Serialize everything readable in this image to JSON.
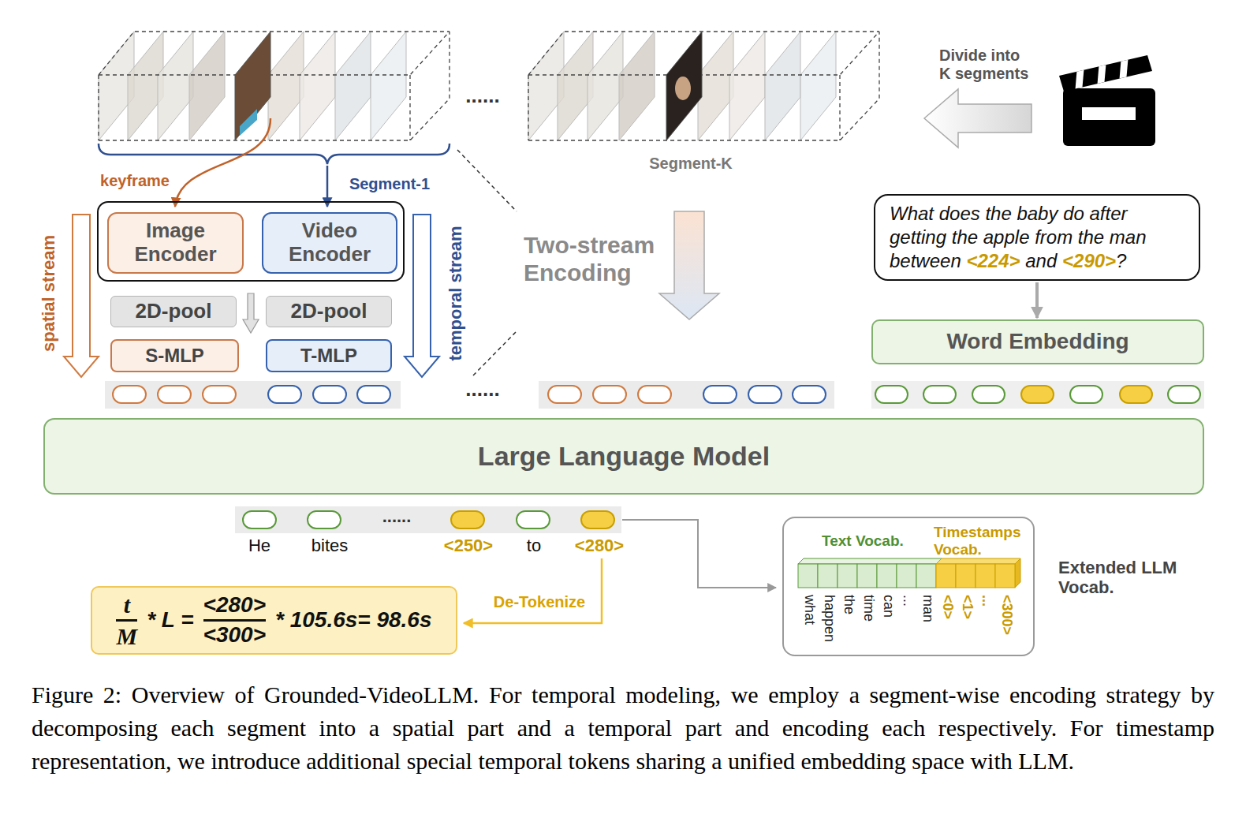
{
  "diagram": {
    "caption": "Figure 2: Overview of Grounded-VideoLLM. For temporal modeling, we employ a segment-wise encoding strategy by decomposing each segment into a spatial part and a temporal part and encoding each respectively. For timestamp representation, we introduce additional special temporal tokens sharing a unified embedding space with LLM.",
    "nodes": [
      {
        "text": []
      },
      {
        "text": [
          "Image Encoder"
        ],
        "in": 0
      },
      {
        "text": [
          "Video Encoder"
        ],
        "in": 0
      },
      {
        "text": [
          "2D-pool"
        ]
      },
      {
        "text": [
          "2D-pool"
        ]
      },
      {
        "text": [
          "S-MLP"
        ]
      },
      {
        "text": [
          "T-MLP"
        ]
      },
      {
        "text": [
          "What does the baby do after getting the apple from the man between",
          "<224>",
          "and",
          "<290>",
          "?"
        ]
      },
      {
        "text": [
          "Word Embedding"
        ]
      },
      {
        "text": [
          "Large Language Model"
        ]
      },
      {
        "text": [
          "t",
          "M",
          "* L =",
          "<280>",
          "<300>",
          "* 105.6s= 98.6s"
        ]
      },
      {
        "text": [
          "Text Vocab.",
          "Timestamps Vocab.",
          "what",
          "happen",
          "the",
          "time",
          "can",
          "...",
          "man",
          "<0>",
          "<1>",
          "...",
          "<300>",
          "Extended LLM Vocab."
        ]
      }
    ],
    "edges": [
      {
        "from": 7,
        "to": 8,
        "arrow": "to"
      }
    ],
    "labels": [
      "Divide into K segments",
      "......",
      "Segment-K",
      "keyframe",
      "Segment-1",
      "spatial stream",
      "temporal stream",
      "Two-stream Encoding",
      "......",
      "He",
      "bites",
      "......",
      "<250>",
      "to",
      "<280>",
      "De-Tokenize"
    ]
  }
}
